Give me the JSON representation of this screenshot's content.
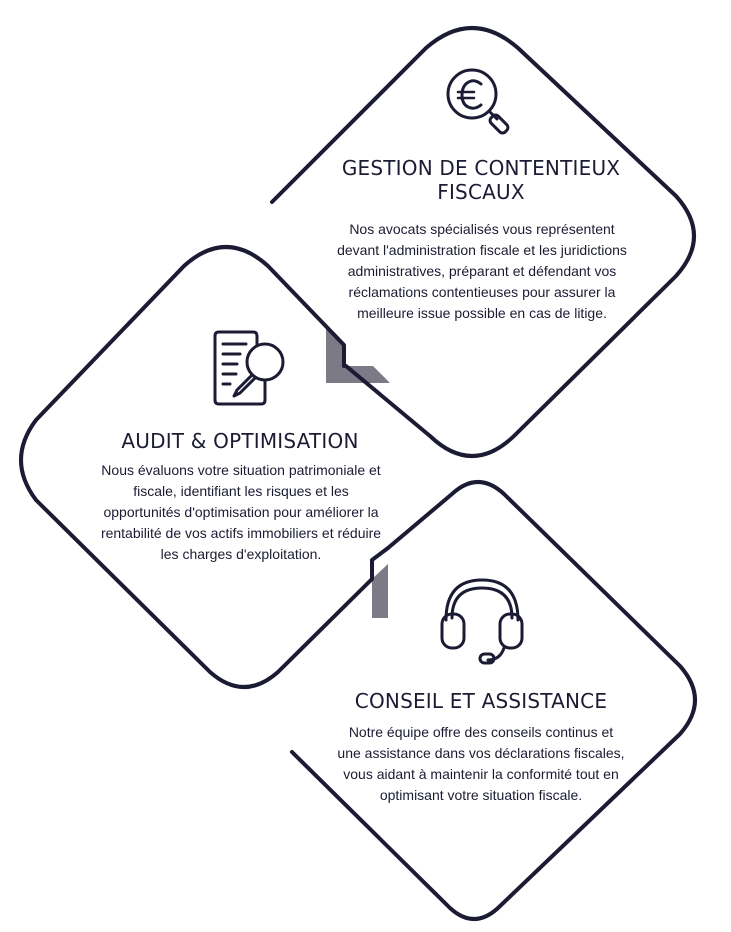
{
  "cards": [
    {
      "id": "contentieux",
      "icon": "euro-magnifier-icon",
      "title": "GESTION DE CONTENTIEUX FISCAUX",
      "description": "Nos avocats spécialisés vous représentent devant l'administration fiscale et les juridictions administratives, préparant et défendant vos réclamations contentieuses pour assurer la meilleure issue possible en cas de litige."
    },
    {
      "id": "audit",
      "icon": "document-magnifier-icon",
      "title": "AUDIT & OPTIMISATION",
      "description": "Nous évaluons votre situation patrimoniale et fiscale, identifiant les risques et les opportunités d'optimisation pour améliorer la rentabilité de vos actifs immobiliers et réduire les charges d'exploitation."
    },
    {
      "id": "conseil",
      "icon": "headset-icon",
      "title": "CONSEIL ET ASSISTANCE",
      "description": "Notre équipe offre des conseils continus et une assistance dans vos déclarations fiscales, vous aidant à maintenir la conformité tout en optimisant votre situation fiscale."
    }
  ],
  "colors": {
    "outline": "#1b1c33",
    "connector": "#7b7a86",
    "text": "#1b1c33"
  }
}
